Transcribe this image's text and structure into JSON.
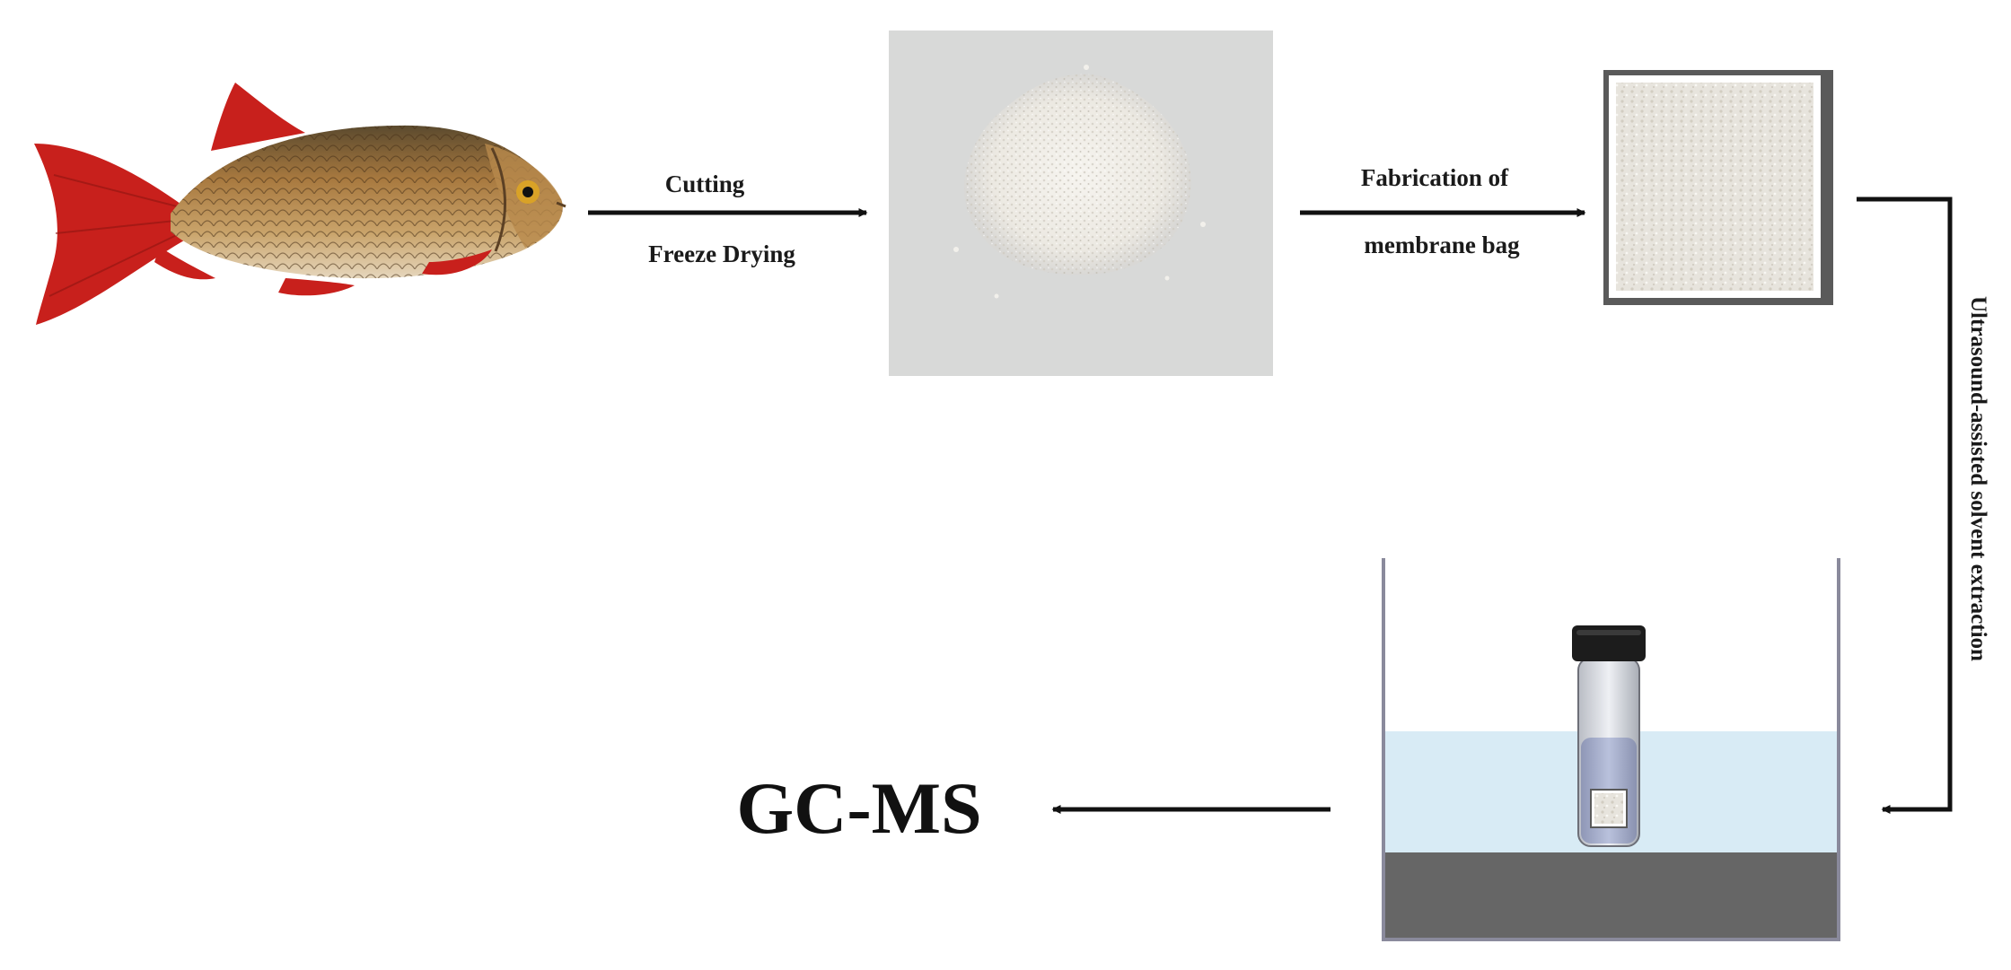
{
  "diagram": {
    "steps": [
      {
        "id": "fish",
        "description": "whole fish"
      },
      {
        "id": "powder",
        "description": "freeze-dried fish powder"
      },
      {
        "id": "membrane_bag",
        "description": "powder sealed in membrane bag"
      },
      {
        "id": "ultrasonic_bath",
        "description": "vial with membrane bag in ultrasonic water bath"
      },
      {
        "id": "analysis",
        "description": "instrumental analysis"
      }
    ],
    "arrows": [
      {
        "from": "fish",
        "to": "powder",
        "labels": [
          "Cutting",
          "Freeze Drying"
        ]
      },
      {
        "from": "powder",
        "to": "membrane_bag",
        "labels": [
          "Fabrication of",
          "membrane bag"
        ]
      },
      {
        "from": "membrane_bag",
        "to": "ultrasonic_bath",
        "labels": [
          "Ultrasound-assisted solvent extraction"
        ]
      },
      {
        "from": "ultrasonic_bath",
        "to": "analysis",
        "labels": []
      }
    ],
    "labels": {
      "cutting": "Cutting",
      "freeze_drying": "Freeze Drying",
      "fabrication": "Fabrication of",
      "membrane_bag": "membrane bag",
      "extraction": "Ultrasound-assisted solvent extraction",
      "gcms": "GC-MS"
    },
    "colors": {
      "fish_body": "#9a6a3a",
      "fish_fins": "#c8201c",
      "powder_background": "#d8d9d8",
      "powder": "#f2f0eb",
      "bag_frame": "#5a5a5a",
      "water": "#d8ebf5",
      "bath_base": "#666666",
      "vial_cap": "#1c1c1c",
      "arrow": "#111111"
    }
  }
}
